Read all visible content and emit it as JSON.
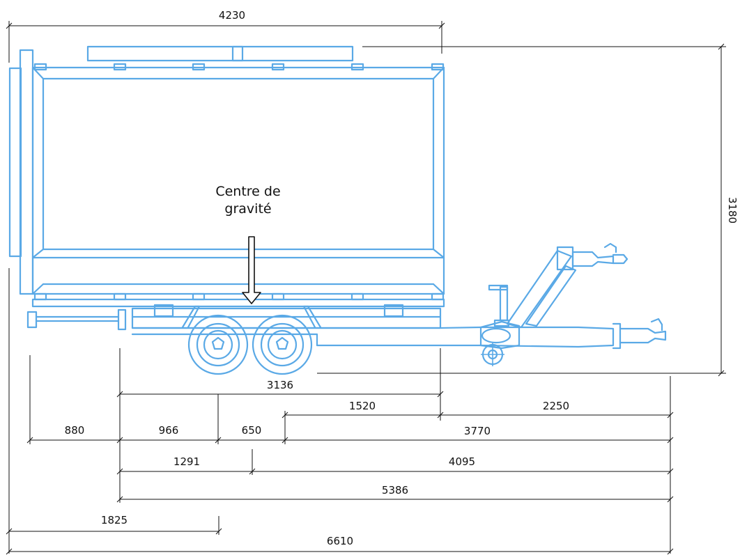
{
  "dimensions": {
    "d4230": "4230",
    "d3180": "3180",
    "d3136": "3136",
    "d1520": "1520",
    "d2250": "2250",
    "d880": "880",
    "d966": "966",
    "d650": "650",
    "d3770": "3770",
    "d1291": "1291",
    "d4095": "4095",
    "d5386": "5386",
    "d1825": "1825",
    "d6610": "6610"
  },
  "labels": {
    "cg_line1": "Centre de",
    "cg_line2": "gravité"
  },
  "colors": {
    "drawing": "#5aa9e6",
    "dimension": "#111111"
  }
}
